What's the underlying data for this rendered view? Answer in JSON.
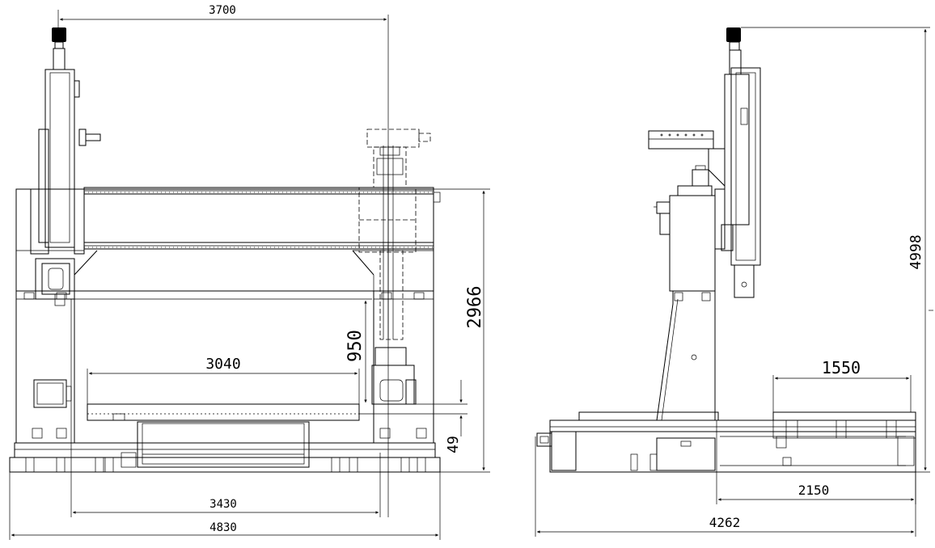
{
  "colors": {
    "line": "#000000",
    "background": "#ffffff"
  },
  "front_view": {
    "dims": {
      "top_width": "3700",
      "height_beam": "2966",
      "z_stroke": "950",
      "table_length": "3040",
      "table_gap": "49",
      "rail_span": "3430",
      "overall_width": "4830"
    }
  },
  "side_view": {
    "dims": {
      "overall_height": "4998",
      "y_stroke": "1550",
      "base_length": "2150",
      "overall_length": "4262"
    }
  }
}
